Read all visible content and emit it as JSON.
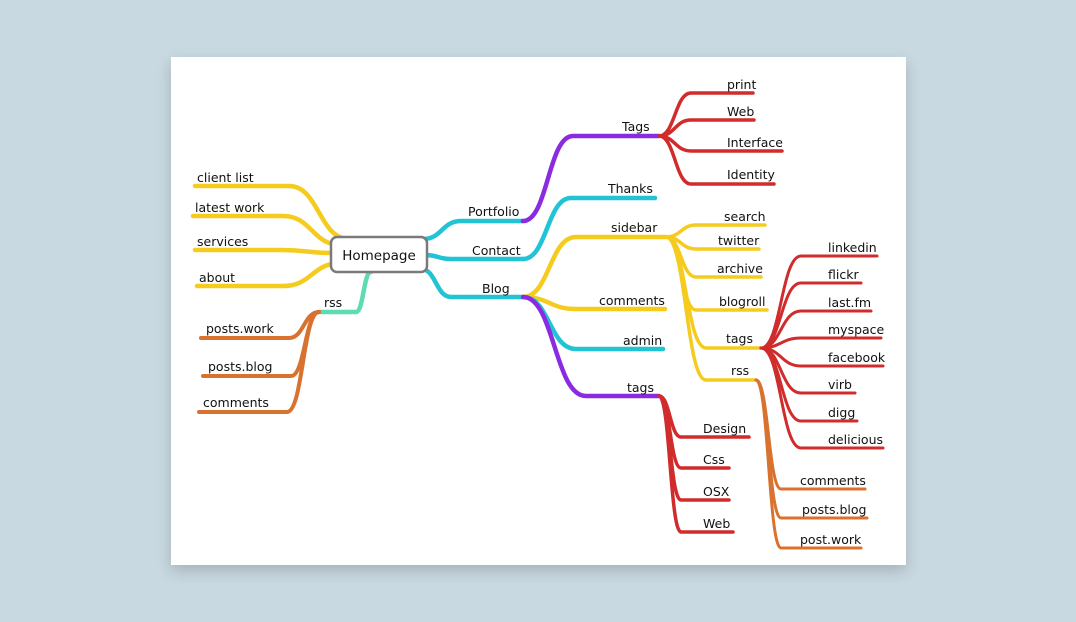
{
  "colors": {
    "background": "#c9d9e1",
    "card": "#ffffff",
    "yellow": "#f5cb1e",
    "cyan": "#22c3d4",
    "purple": "#8a2be2",
    "red": "#d02c2c",
    "orange": "#d9722e",
    "mint": "#5ddcb0",
    "root_border": "#7a7a7a"
  },
  "mindmap": {
    "root": "Homepage",
    "left": {
      "items": [
        "client list",
        "latest work",
        "services",
        "about"
      ],
      "rss": {
        "label": "rss",
        "children": [
          "posts.work",
          "posts.blog",
          "comments"
        ]
      }
    },
    "portfolio": {
      "label": "Portfolio",
      "tags": {
        "label": "Tags",
        "children": [
          "print",
          "Web",
          "Interface",
          "Identity"
        ]
      }
    },
    "contact": {
      "label": "Contact",
      "children": [
        "Thanks"
      ]
    },
    "blog": {
      "label": "Blog",
      "sidebar": {
        "label": "sidebar",
        "items": [
          "search",
          "twitter",
          "archive",
          "blogroll"
        ],
        "tags": {
          "label": "tags",
          "children": [
            "linkedin",
            "flickr",
            "last.fm",
            "myspace",
            "facebook",
            "virb",
            "digg",
            "delicious"
          ]
        },
        "rss": {
          "label": "rss",
          "children": [
            "comments",
            "posts.blog",
            "post.work"
          ]
        }
      },
      "comments": "comments",
      "admin": "admin",
      "tags": {
        "label": "tags",
        "children": [
          "Design",
          "Css",
          "OSX",
          "Web"
        ]
      }
    }
  }
}
